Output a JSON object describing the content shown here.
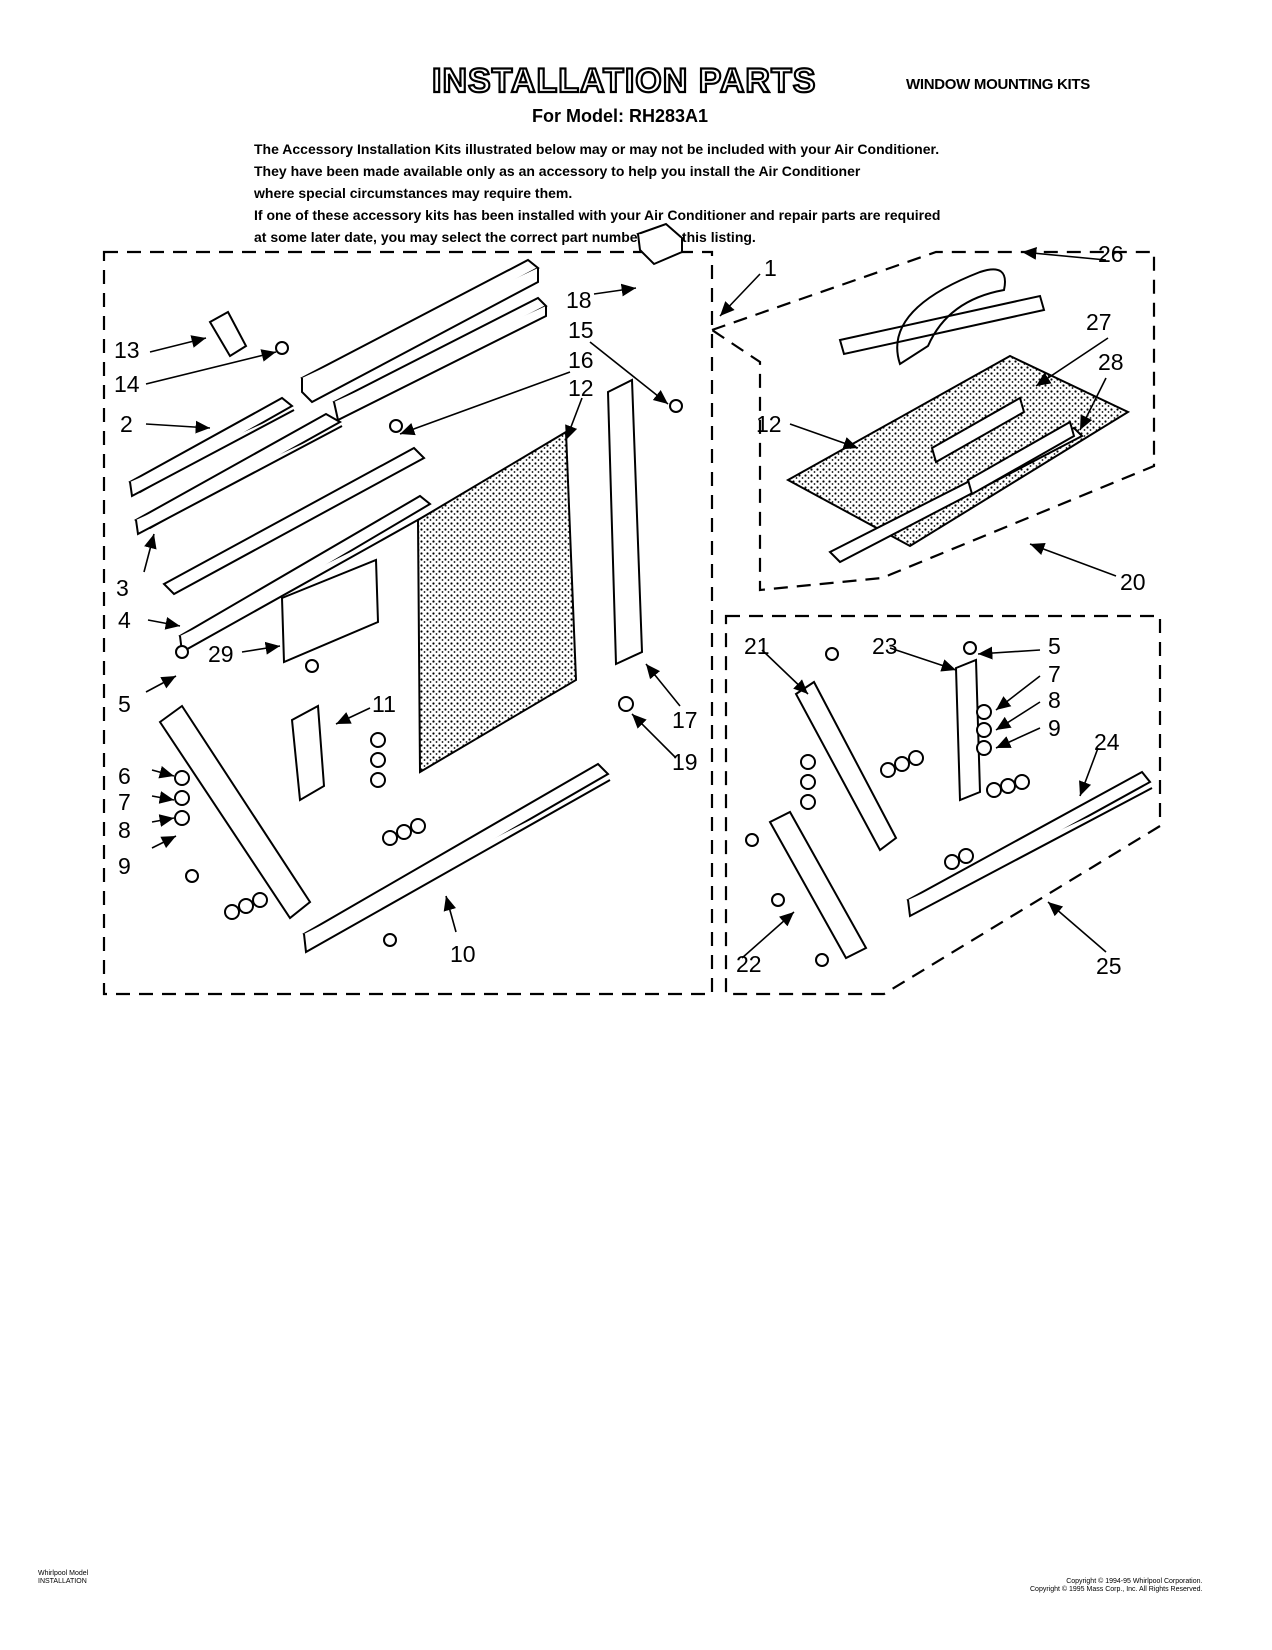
{
  "header": {
    "title": "INSTALLATION PARTS",
    "kit_title": "WINDOW MOUNTING KITS",
    "model": "For Model: RH283A1"
  },
  "intro_lines": [
    "The Accessory Installation Kits illustrated below may or may not be included with your Air Conditioner.",
    "They have been made available only as an accessory to help you install the Air Conditioner",
    "where special circumstances may require them.",
    "If one of these accessory kits has been installed with your Air Conditioner and repair parts are required",
    "at some later date, you may select the correct part number from this listing."
  ],
  "callouts": [
    "1",
    "2",
    "3",
    "4",
    "5",
    "6",
    "7",
    "8",
    "9",
    "10",
    "11",
    "12",
    "13",
    "14",
    "15",
    "16",
    "17",
    "18",
    "19",
    "20",
    "21",
    "22",
    "23",
    "24",
    "25",
    "26",
    "27",
    "28",
    "29",
    "12",
    "5",
    "7",
    "8",
    "9"
  ],
  "footer": {
    "left_line1": "Whirlpool Model ",
    "left_line2": "INSTALLATION",
    "right_line1": "Copyright © 1994-95 Whirlpool Corporation.",
    "right_line2": "Copyright © 1995 Mass Corp., Inc. All Rights Reserved."
  }
}
